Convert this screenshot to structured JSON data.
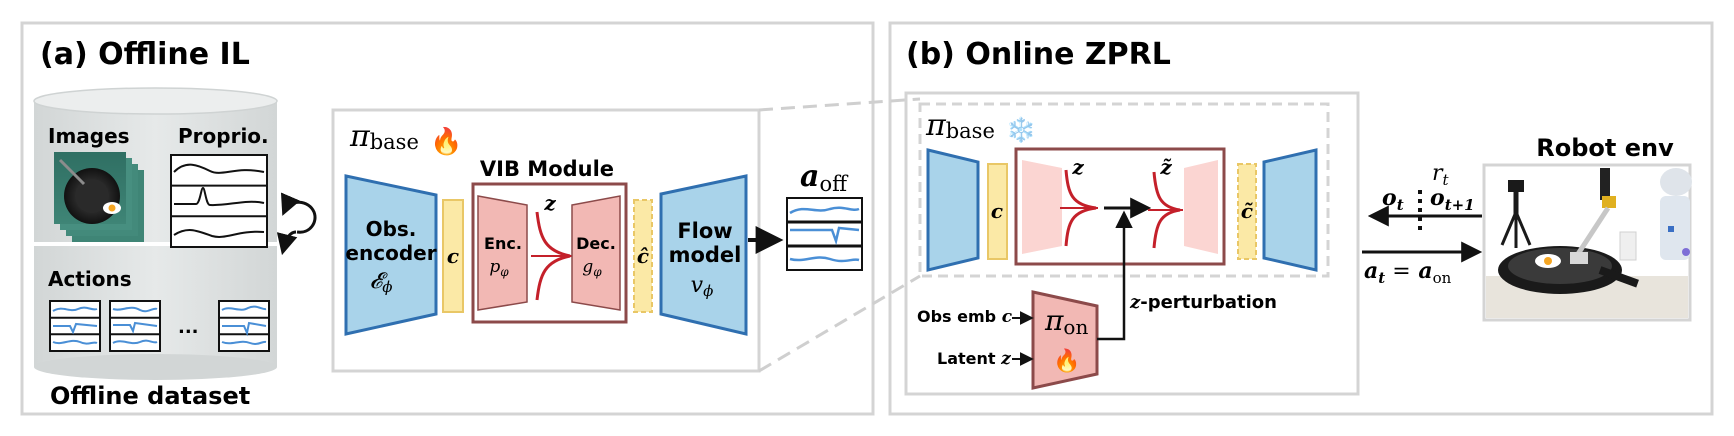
{
  "panel_a": {
    "title": "(a) Offline IL",
    "dataset": {
      "images_label": "Images",
      "proprio_label": "Proprio.",
      "actions_label": "Actions",
      "ellipsis": "...",
      "caption": "Offline dataset"
    },
    "policy": {
      "pi_symbol": "π",
      "pi_subscript": "base",
      "trainable_emoji": "🔥",
      "obs_encoder_line1": "Obs.",
      "obs_encoder_line2": "encoder",
      "obs_encoder_symbol": "𝓔",
      "obs_encoder_subscript": "ϕ",
      "c_label": "c",
      "vib_title": "VIB Module",
      "z_label": "z",
      "enc_label": "Enc.",
      "enc_symbol": "p",
      "enc_subscript": "φ",
      "dec_label": "Dec.",
      "dec_symbol": "g",
      "dec_subscript": "φ",
      "c_hat_label": "ĉ",
      "flow_line1": "Flow",
      "flow_line2": "model",
      "flow_symbol": "v",
      "flow_subscript": "ϕ",
      "action_out_symbol": "a",
      "action_out_subscript": "off"
    }
  },
  "panel_b": {
    "title": "(b) Online ZPRL",
    "base_policy": {
      "pi_symbol": "π",
      "pi_subscript": "base",
      "frozen_emoji": "❄️",
      "c_label": "c",
      "z_label": "z",
      "z_tilde_label": "z̃",
      "c_tilde_label": "c̃"
    },
    "online_policy": {
      "pi_symbol": "π",
      "pi_subscript": "on",
      "trainable_emoji": "🔥",
      "obs_emb_label": "Obs emb",
      "obs_emb_symbol": "c",
      "latent_label": "Latent",
      "latent_symbol": "z",
      "perturbation_symbol": "z",
      "perturbation_label": "-perturbation"
    },
    "env": {
      "title": "Robot env",
      "reward_symbol": "r",
      "reward_subscript": "t",
      "obs_symbol": "o",
      "obs_subscript": "t",
      "obs_next_symbol": "o",
      "obs_next_subscript": "t+1",
      "action_lhs": "a",
      "action_lhs_subscript": "t",
      "action_eq": "=",
      "action_rhs": "a",
      "action_rhs_subscript": "on"
    }
  },
  "colors": {
    "panel_border": "#d4d4d4",
    "encoder_blue": "#a9d3ea",
    "encoder_blue_stroke": "#2f6fb0",
    "vib_pink": "#f2b8b4",
    "vib_pink_light": "#fbd5d2",
    "vib_border": "#8c4a4a",
    "c_yellow": "#fbe9a6",
    "c_yellow_stroke": "#e9c766",
    "gaussian_red": "#c4202a",
    "curve_blue": "#4a8fd6"
  }
}
